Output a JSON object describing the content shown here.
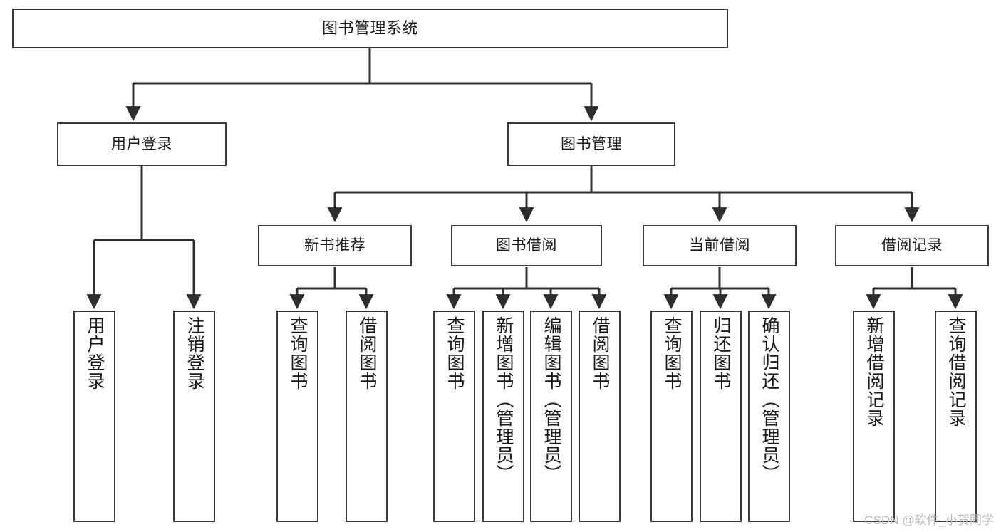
{
  "diagram": {
    "title": "图书管理系统",
    "type": "tree",
    "watermark": "CSDN @软件_小贺同学",
    "colors": {
      "border": "#3a3a3a",
      "background": "#ffffff",
      "text": "#1a1a1a",
      "edge": "#2e2e2e",
      "watermark": "#b9b9b9"
    },
    "levels": {
      "root": "图书管理系统",
      "level1": [
        "用户登录",
        "图书管理"
      ],
      "level2": [
        "新书推荐",
        "图书借阅",
        "当前借阅",
        "借阅记录"
      ]
    },
    "nodes": {
      "root": {
        "label": "图书管理系统"
      },
      "user_login": {
        "label": "用户登录"
      },
      "book_manage": {
        "label": "图书管理"
      },
      "new_book_rec": {
        "label": "新书推荐"
      },
      "book_borrow": {
        "label": "图书借阅"
      },
      "current_borrow": {
        "label": "当前借阅"
      },
      "borrow_record": {
        "label": "借阅记录"
      },
      "leaf_user_login": {
        "label": "用户登录"
      },
      "leaf_logout": {
        "label": "注销登录"
      },
      "leaf_query_book_a": {
        "label": "查询图书"
      },
      "leaf_borrow_book_a": {
        "label": "借阅图书"
      },
      "leaf_query_book_b": {
        "label": "查询图书"
      },
      "leaf_add_book": {
        "label": "新增图书（管理员）"
      },
      "leaf_edit_book": {
        "label": "编辑图书（管理员）"
      },
      "leaf_borrow_book_b": {
        "label": "借阅图书"
      },
      "leaf_query_book_c": {
        "label": "查询图书"
      },
      "leaf_return_book": {
        "label": "归还图书"
      },
      "leaf_confirm_return": {
        "label": "确认归还（管理员）"
      },
      "leaf_add_record": {
        "label": "新增借阅记录"
      },
      "leaf_query_record": {
        "label": "查询借阅记录"
      }
    }
  }
}
